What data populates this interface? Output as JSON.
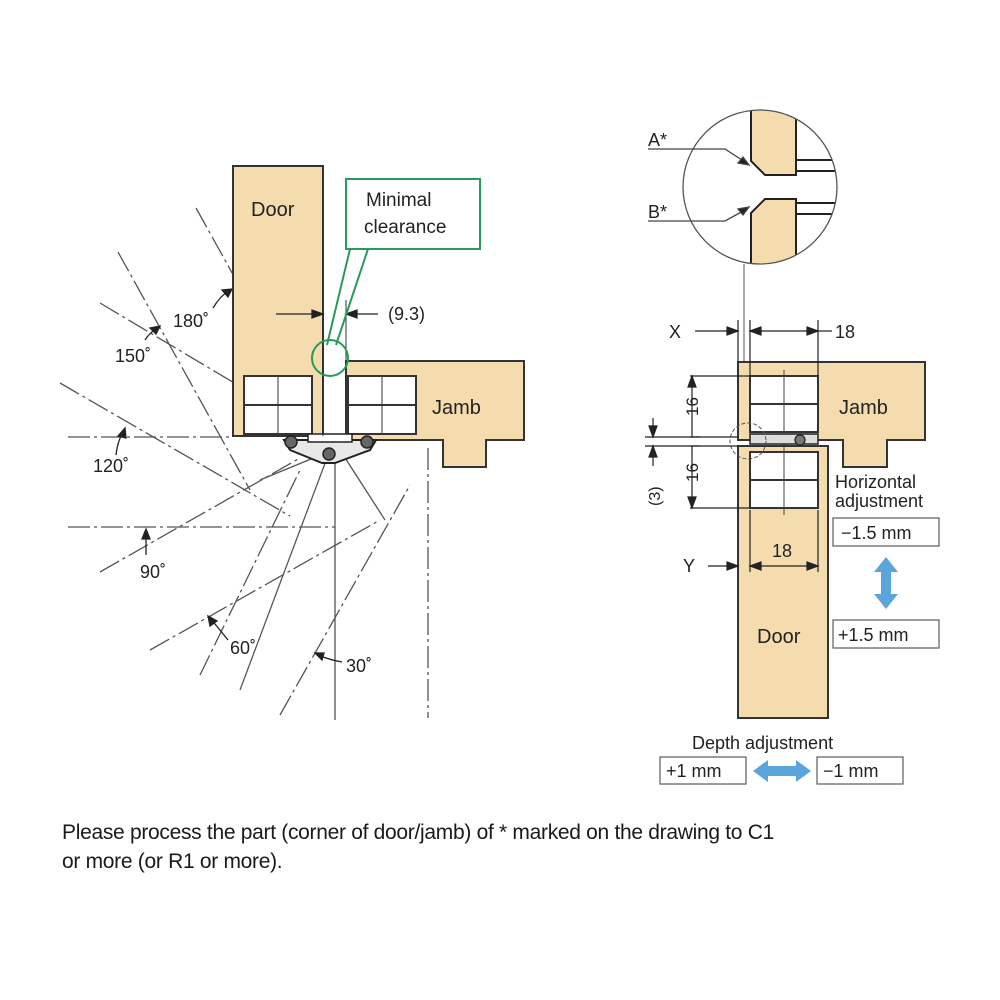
{
  "left_view": {
    "door_label": "Door",
    "jamb_label": "Jamb",
    "callout_label_line1": "Minimal",
    "callout_label_line2": "clearance",
    "clearance_dim": "(9.3)",
    "angles": [
      "180˚",
      "150˚",
      "120˚",
      "90˚",
      "60˚",
      "30˚"
    ]
  },
  "right_view": {
    "detail_a": "A*",
    "detail_b": "B*",
    "x_label": "X",
    "y_label": "Y",
    "top_width_dim": "18",
    "bottom_width_dim": "18",
    "upper_height_dim": "16",
    "lower_height_dim": "16",
    "gap_dim": "(3)",
    "jamb_label": "Jamb",
    "door_label": "Door",
    "horizontal_adjustment_line1": "Horizontal",
    "horizontal_adjustment_line2": "adjustment",
    "horizontal_minus": "−1.5 mm",
    "horizontal_plus": "+1.5 mm",
    "depth_adjustment": "Depth adjustment",
    "depth_plus": "+1 mm",
    "depth_minus": "−1 mm",
    "arrow_color": "#5aa6dc"
  },
  "colors": {
    "wood": "#f5dcae",
    "callout_green": "#2a9a5a",
    "outline": "#333333"
  },
  "note": {
    "line1": "Please process the part (corner of door/jamb) of * marked on the drawing to C1",
    "line2": "or more (or R1 or more)."
  }
}
